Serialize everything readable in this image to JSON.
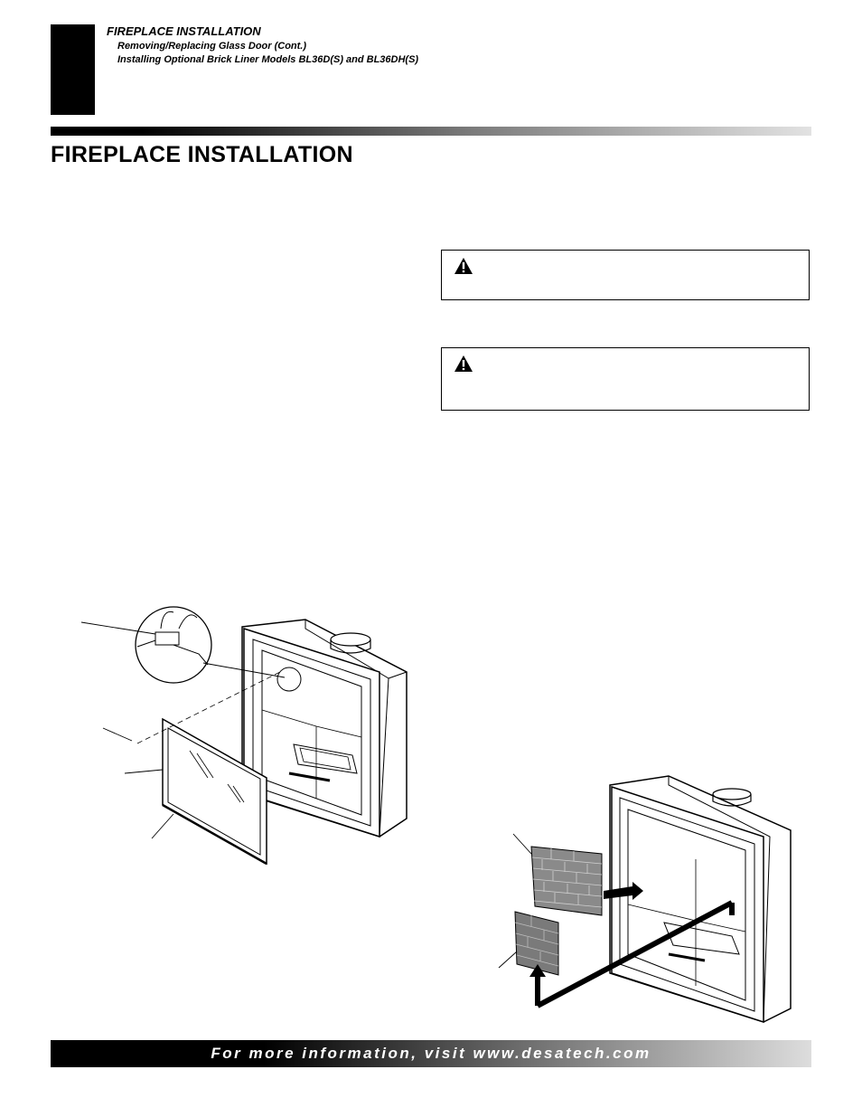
{
  "header": {
    "section_title": "FIREPLACE INSTALLATION",
    "subtitles": [
      "Removing/Replacing Glass Door (Cont.)",
      "Installing Optional Brick Liner Models BL36D(S) and BL36DH(S)"
    ]
  },
  "page_title": "FIREPLACE INSTALLATION",
  "warnings": [
    {
      "icon": "warning-triangle-icon",
      "text": ""
    },
    {
      "icon": "warning-triangle-icon",
      "text": ""
    }
  ],
  "figures": [
    {
      "name": "glass-door-removal-figure",
      "caption": ""
    },
    {
      "name": "brick-liner-installation-figure",
      "caption": ""
    }
  ],
  "footer": {
    "text": "For more information, visit www.desatech.com"
  },
  "colors": {
    "ink": "#000000",
    "paper": "#ffffff",
    "brick": "#8a8a8a",
    "footer_text": "#ffffff"
  }
}
